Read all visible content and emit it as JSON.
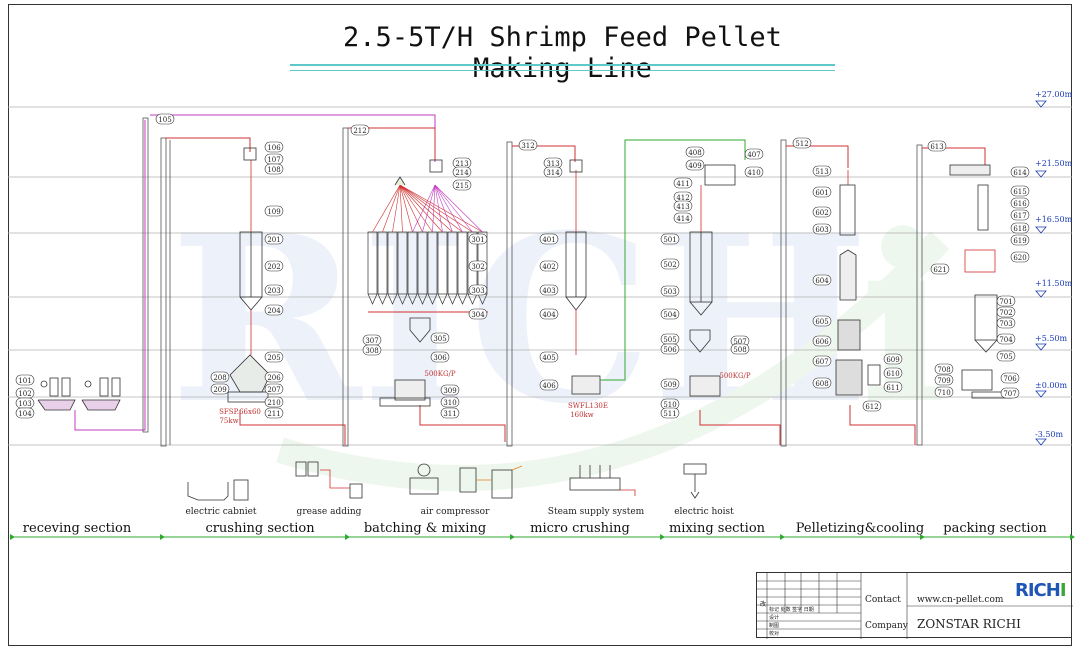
{
  "title": "2.5-5T/H Shrimp Feed Pellet Making Line",
  "levels": [
    {
      "label": "+27.00m"
    },
    {
      "label": "+21.50m"
    },
    {
      "label": "+16.50m"
    },
    {
      "label": "+11.50m"
    },
    {
      "label": "+5.50m"
    },
    {
      "label": "±0.00m"
    },
    {
      "label": "-3.50m"
    }
  ],
  "sections": [
    {
      "label": "receving section"
    },
    {
      "label": "crushing section"
    },
    {
      "label": "batching & mixing"
    },
    {
      "label": "micro crushing"
    },
    {
      "label": "mixing section"
    },
    {
      "label": "Pelletizing&cooling"
    },
    {
      "label": "packing section"
    }
  ],
  "auxiliary": [
    {
      "label": "electric cabniet"
    },
    {
      "label": "grease adding"
    },
    {
      "label": "air compressor"
    },
    {
      "label": "Steam supply system"
    },
    {
      "label": "electric hoist"
    }
  ],
  "equipment_labels": {
    "hammer_mill_1": "SFSP.66x60",
    "hammer_mill_1_power": "75kw",
    "mixer_1": "500KG/P",
    "micro_pulverizer": "SWFL130E",
    "micro_pulverizer_power": "160kw",
    "mixer_2": "500KG/P"
  },
  "tags": {
    "receiving": [
      "101",
      "102",
      "103",
      "104"
    ],
    "elevators": [
      "105",
      "106",
      "212",
      "312",
      "512",
      "613"
    ],
    "crushing": [
      "106",
      "107",
      "108",
      "109",
      "201",
      "202",
      "203",
      "204",
      "205",
      "206",
      "207",
      "208",
      "209",
      "210",
      "211"
    ],
    "batching": [
      "213",
      "214",
      "215",
      "301",
      "302",
      "303",
      "304",
      "305",
      "306",
      "307",
      "308",
      "309",
      "310",
      "311"
    ],
    "micro": [
      "313",
      "314",
      "401",
      "402",
      "403",
      "404",
      "405",
      "406"
    ],
    "mixing": [
      "407",
      "408",
      "409",
      "410",
      "411",
      "412",
      "413",
      "414",
      "501",
      "502",
      "503",
      "504",
      "505",
      "506",
      "507",
      "508",
      "509",
      "510",
      "511"
    ],
    "pelleting": [
      "513",
      "601",
      "602",
      "603",
      "604",
      "605",
      "606",
      "607",
      "608",
      "609",
      "610",
      "611",
      "612"
    ],
    "packing": [
      "614",
      "615",
      "616",
      "617",
      "618",
      "619",
      "620",
      "621",
      "701",
      "702",
      "703",
      "704",
      "705",
      "706",
      "707",
      "708",
      "709",
      "710"
    ]
  },
  "title_block": {
    "contact_label": "Contact",
    "contact_value": "www.cn-pellet.com",
    "company_label": "Company",
    "company_value": "ZONSTAR RICHI",
    "logo_text_main": "RIC",
    "logo_text_accent": "H",
    "logo_text_end": "I",
    "grid_row_1": "标记 处数 签字 日期",
    "grid_row_2": "设计",
    "grid_row_3": "制图",
    "grid_row_4": "校对",
    "grid_mark": "改"
  },
  "colors": {
    "level_line": "#b0b0b0",
    "pipe_red": "#d23030",
    "pipe_magenta": "#c03cc0",
    "pipe_green": "#2faa2f",
    "section_line": "#2faa2f",
    "level_text": "#1a3bb3",
    "title_rule": "#5fc8c8"
  }
}
